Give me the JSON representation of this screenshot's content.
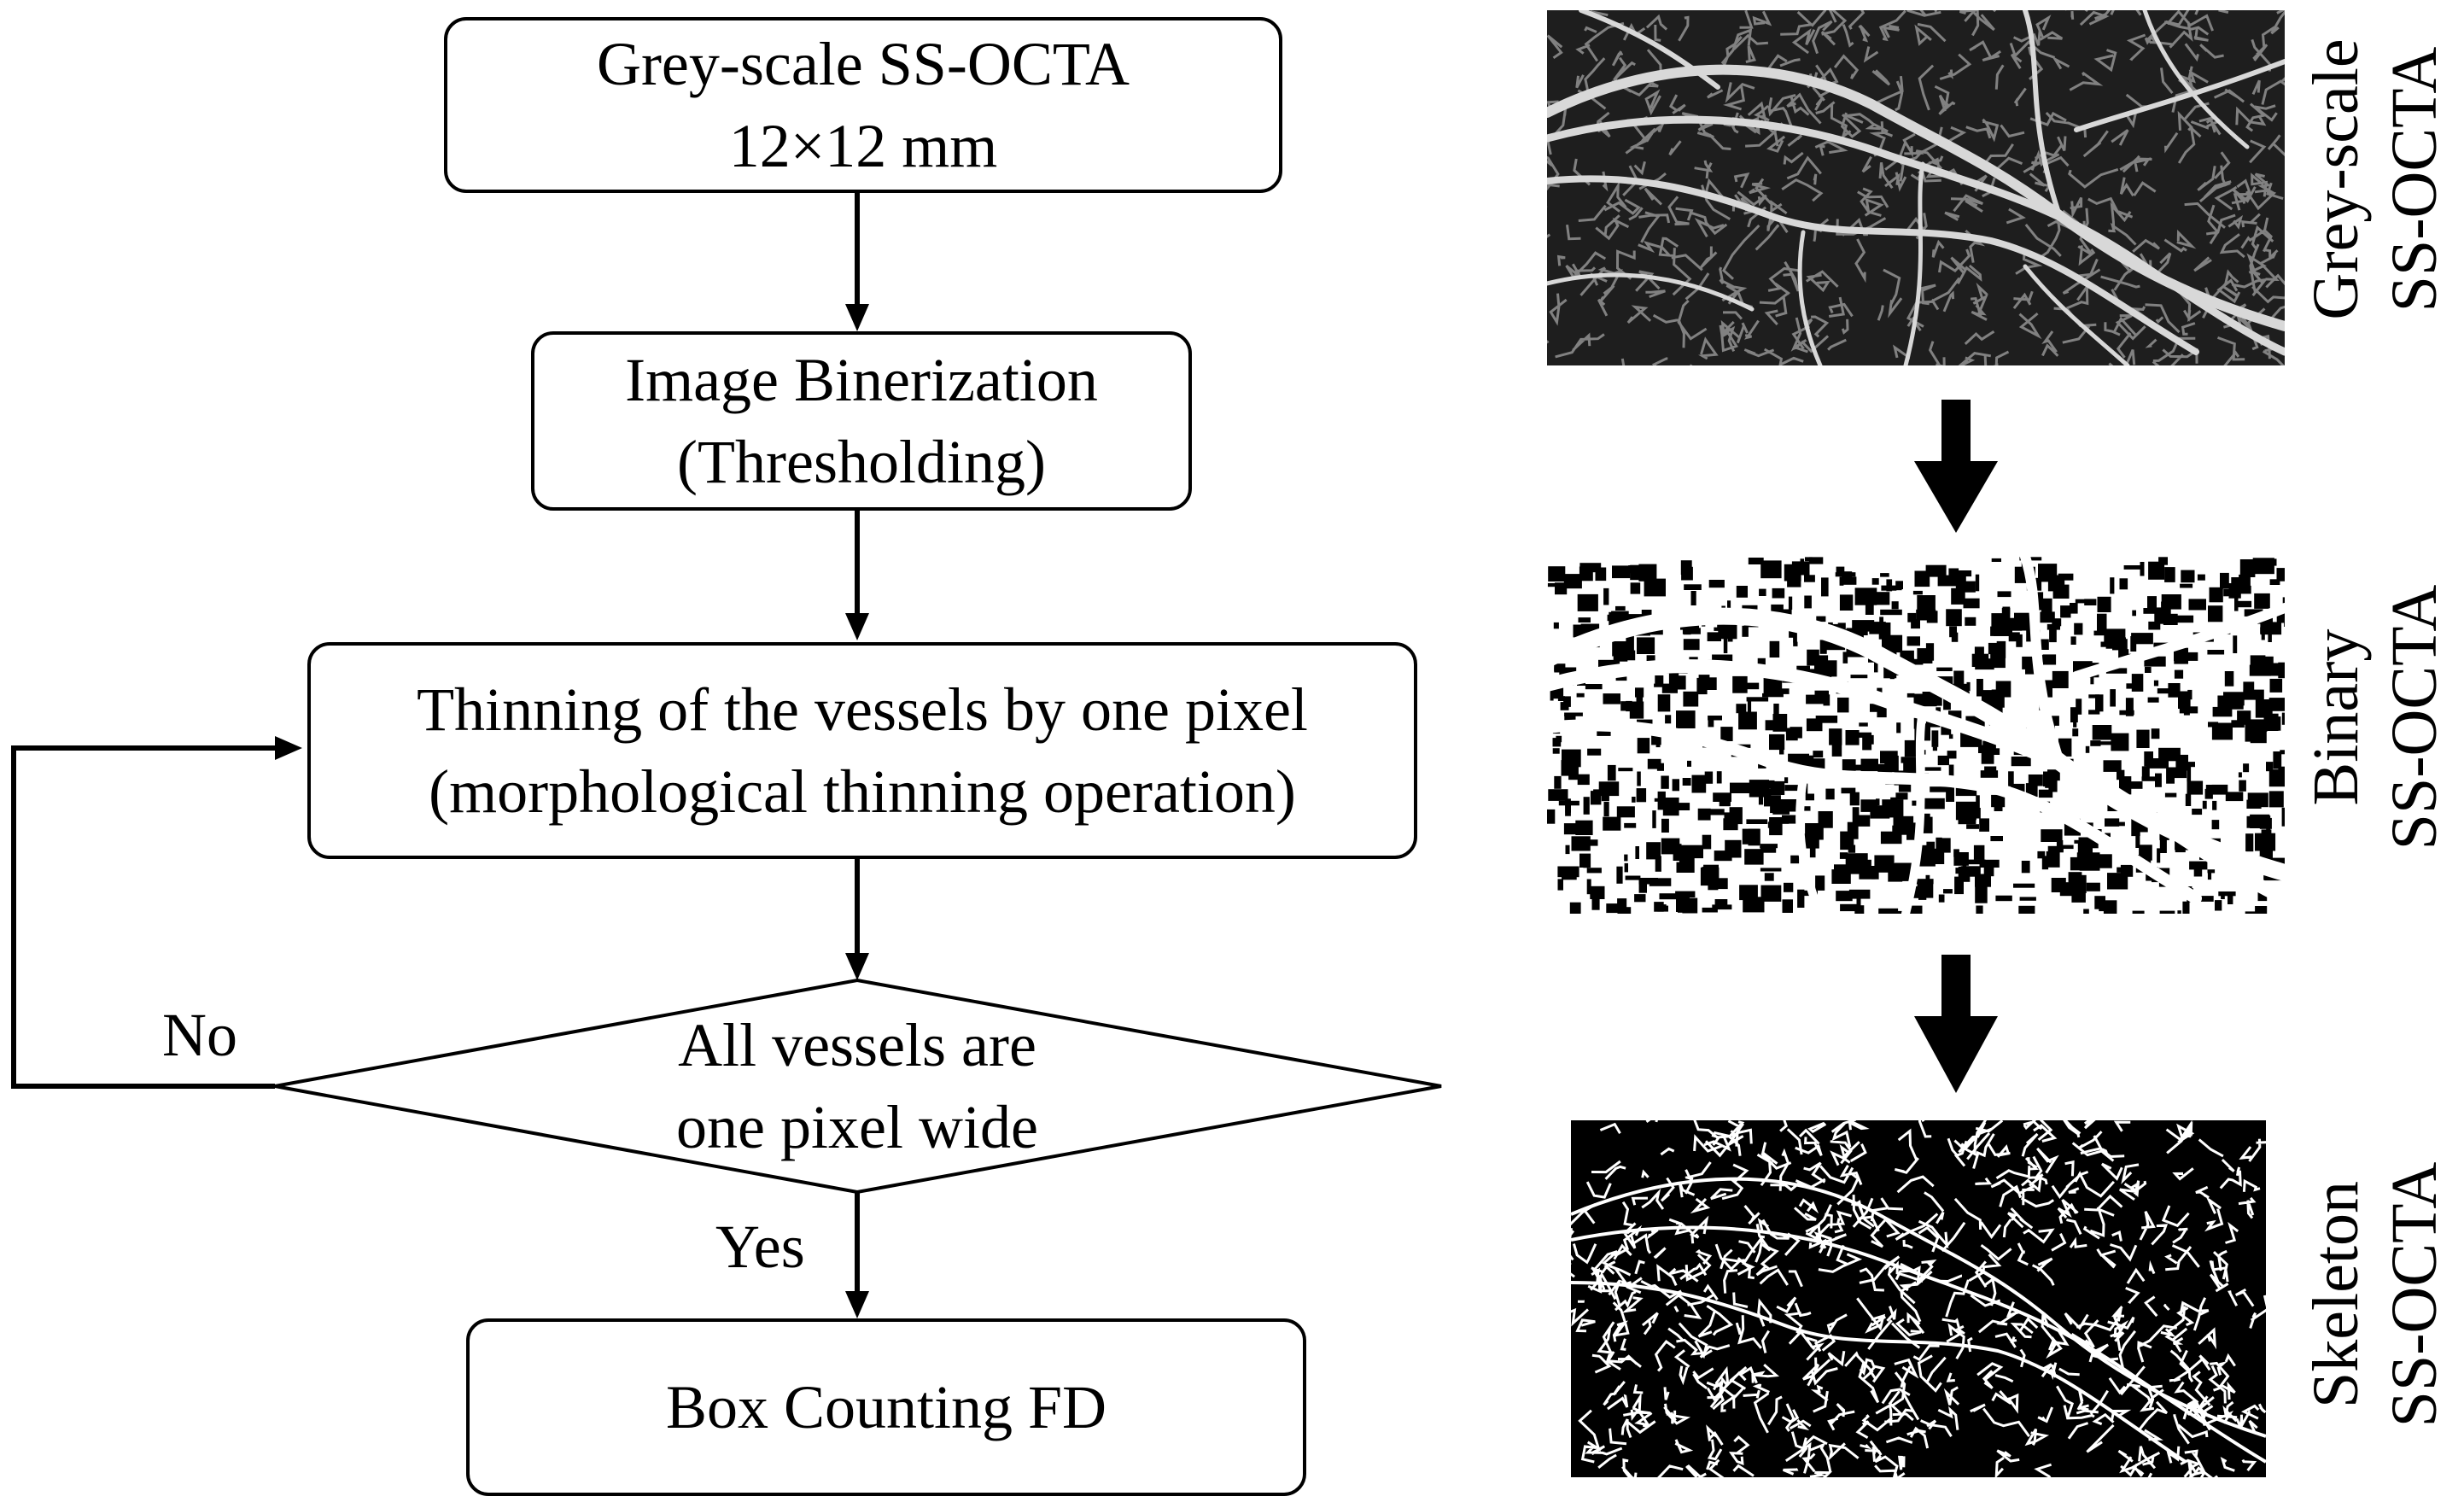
{
  "flow": {
    "step1": {
      "line1": "Grey-scale SS-OCTA",
      "line2": "12×12 mm"
    },
    "step2": {
      "line1": "Image Binerization",
      "line2": "(Thresholding)"
    },
    "step3": {
      "line1": "Thinning of the vessels by one pixel",
      "line2": "(morphological thinning operation)"
    },
    "decision": {
      "line1": "All vessels are",
      "line2": "one pixel wide"
    },
    "step4": {
      "line1": "Box Counting FD"
    },
    "no_label": "No",
    "yes_label": "Yes"
  },
  "panels": [
    {
      "line1": "Grey-scale",
      "line2": "SS-OCTA",
      "style": "grey"
    },
    {
      "line1": "Binary",
      "line2": "SS-OCTA",
      "style": "binary"
    },
    {
      "line1": "Skeleton",
      "line2": "SS-OCTA",
      "style": "skeleton"
    }
  ]
}
